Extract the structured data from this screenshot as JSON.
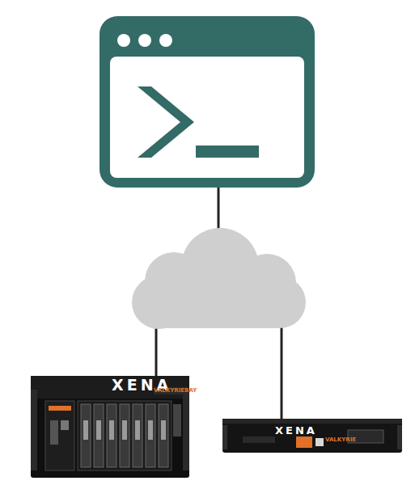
{
  "diagram": {
    "labels": [
      "XENA",
      "VALKYRIEBAY",
      "XENA",
      "VALKYRIE"
    ]
  }
}
